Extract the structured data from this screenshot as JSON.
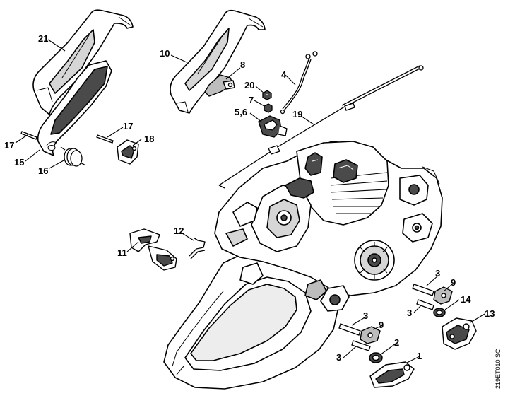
{
  "drawing_code": "219ET010 SC",
  "labels": {
    "p21": "21",
    "p10": "10",
    "p8": "8",
    "p4": "4",
    "p20": "20",
    "p7": "7",
    "p56": "5,6",
    "p19": "19",
    "p17a": "17",
    "p15": "15",
    "p16": "16",
    "p17b": "17",
    "p18": "18",
    "p12": "12",
    "p11": "11",
    "p3a": "3",
    "p9a": "9",
    "p3b": "3",
    "p14": "14",
    "p13": "13",
    "p3c": "3",
    "p9b": "9",
    "p3d": "3",
    "p2": "2",
    "p1": "1"
  },
  "colors": {
    "line": "#000000",
    "fill_light": "#ffffff",
    "fill_shade": "#bdbdbd",
    "fill_dark": "#4a4a4a"
  }
}
